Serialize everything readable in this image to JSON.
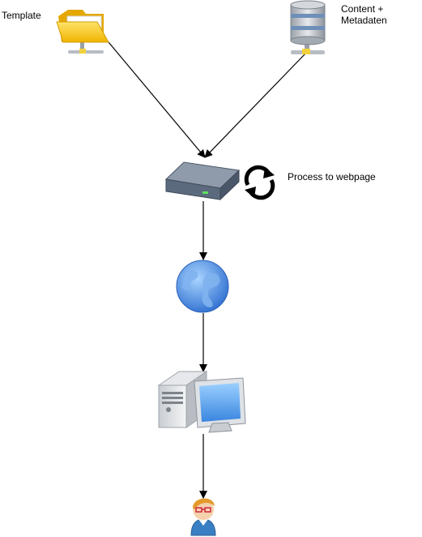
{
  "nodes": {
    "template": {
      "label": "Template",
      "icon": "folder-icon"
    },
    "content": {
      "label_line1": "Content +",
      "label_line2": "Metadaten",
      "icon": "database-icon"
    },
    "server": {
      "label": "Process to webpage",
      "icon": "server-icon",
      "process_icon": "refresh-icon"
    },
    "internet": {
      "icon": "globe-icon"
    },
    "computer": {
      "icon": "desktop-computer-icon"
    },
    "user": {
      "icon": "user-icon"
    }
  },
  "colors": {
    "folder": "#f5c518",
    "database": "#b9bec4",
    "server": "#5b6a7d",
    "globe": "#3f7fd6",
    "screen": "#6fb0f0",
    "user_hair": "#e39a2b",
    "user_body": "#3a7fc4"
  }
}
